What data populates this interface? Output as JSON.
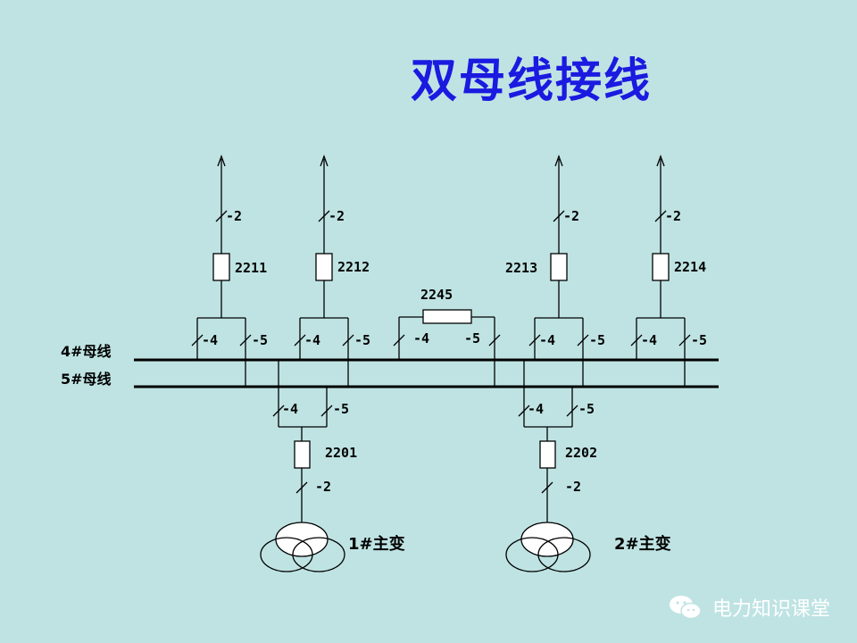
{
  "title": "双母线接线",
  "buses": {
    "bus4": "4#母线",
    "bus5": "5#母线"
  },
  "lines": [
    {
      "breaker": "2211",
      "line_sw": "-2",
      "sw4": "-4",
      "sw5": "-5"
    },
    {
      "breaker": "2212",
      "line_sw": "-2",
      "sw4": "-4",
      "sw5": "-5"
    },
    {
      "breaker": "2213",
      "line_sw": "-2",
      "sw4": "-4",
      "sw5": "-5"
    },
    {
      "breaker": "2214",
      "line_sw": "-2",
      "sw4": "-4",
      "sw5": "-5"
    }
  ],
  "coupler": {
    "breaker": "2245",
    "sw4": "-4",
    "sw5": "-5"
  },
  "transformers": [
    {
      "breaker": "2201",
      "sw": "-2",
      "sw4": "-4",
      "sw5": "-5",
      "name": "1#主变"
    },
    {
      "breaker": "2202",
      "sw": "-2",
      "sw4": "-4",
      "sw5": "-5",
      "name": "2#主变"
    }
  ],
  "watermark": "电力知识课堂",
  "colors": {
    "background": "#bfe3e3",
    "title": "#1a1ae0",
    "watermark": "#ffffff"
  }
}
